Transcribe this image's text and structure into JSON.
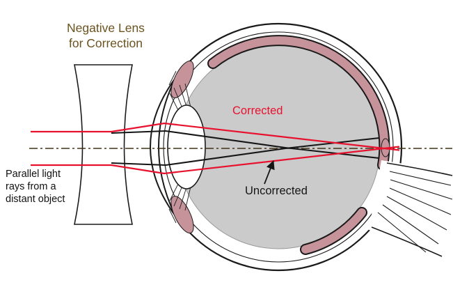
{
  "colors": {
    "outline": "#1a1a1a",
    "ray_red": "#e8112d",
    "ray_black": "#151515",
    "choroid_pink": "#c6939b",
    "interior_gray": "#cbcbcb",
    "label_brown": "#6b521e",
    "axis_brown": "#3f3316"
  },
  "labels": {
    "lens_title_line1": "Negative Lens",
    "lens_title_line2": "for Correction",
    "corrected": "Corrected",
    "uncorrected": "Uncorrected",
    "source_line1": "Parallel light",
    "source_line2": "rays from a",
    "source_line3": "distant object"
  }
}
